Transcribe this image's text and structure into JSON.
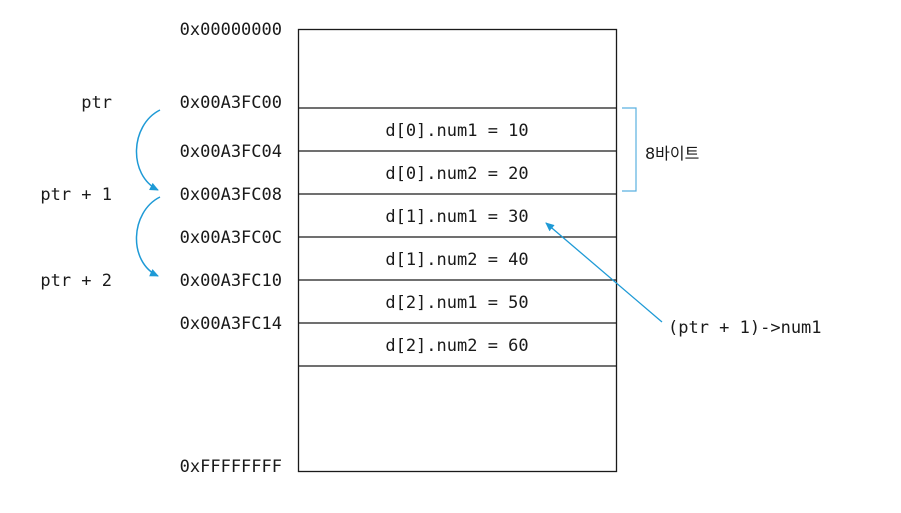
{
  "addresses": {
    "top": "0x00000000",
    "a00": "0x00A3FC00",
    "a04": "0x00A3FC04",
    "a08": "0x00A3FC08",
    "a0c": "0x00A3FC0C",
    "a10": "0x00A3FC10",
    "a14": "0x00A3FC14",
    "bottom": "0xFFFFFFFF"
  },
  "pointers": {
    "ptr": "ptr",
    "ptr_plus_1": "ptr + 1",
    "ptr_plus_2": "ptr + 2"
  },
  "cells": [
    "d[0].num1 = 10",
    "d[0].num2 = 20",
    "d[1].num1 = 30",
    "d[1].num2 = 40",
    "d[2].num1 = 50",
    "d[2].num2 = 60"
  ],
  "annotations": {
    "size_label": "8바이트",
    "member_access": "(ptr + 1)->num1"
  },
  "colors": {
    "arrow": "#1e9ad6",
    "line": "#1a1a1a",
    "bracket": "#5ab0e0"
  }
}
